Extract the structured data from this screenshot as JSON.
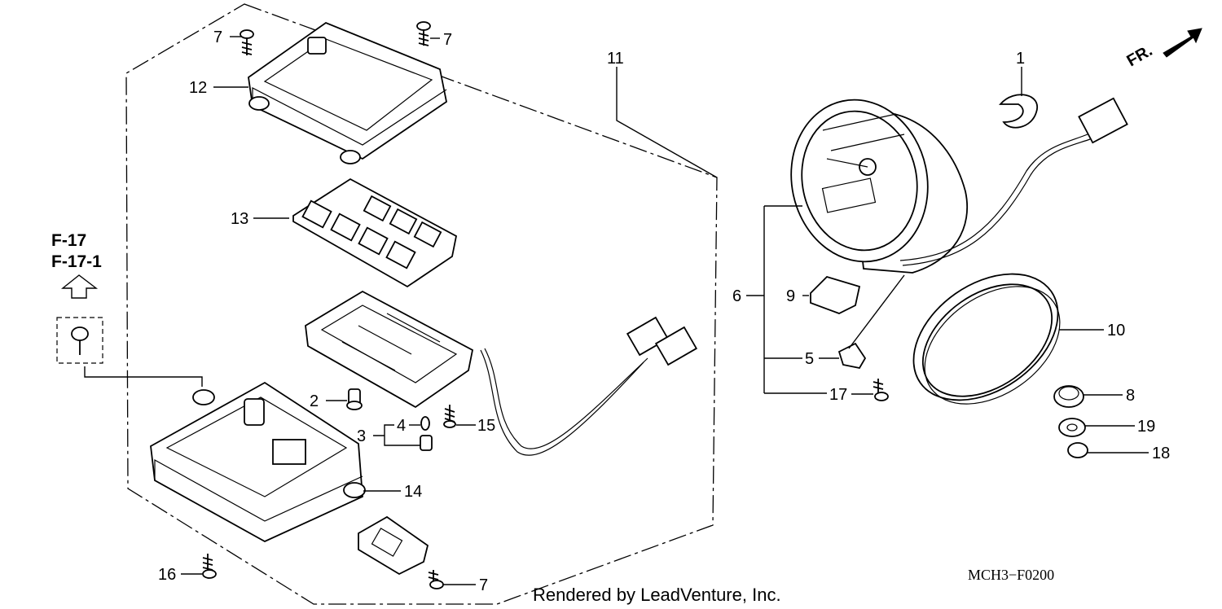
{
  "callouts": {
    "c1": "1",
    "c2": "2",
    "c3": "3",
    "c4": "4",
    "c5": "5",
    "c6": "6",
    "c7a": "7",
    "c7b": "7",
    "c7c": "7",
    "c8": "8",
    "c9": "9",
    "c10": "10",
    "c11": "11",
    "c12": "12",
    "c13": "13",
    "c14": "14",
    "c15": "15",
    "c16": "16",
    "c17": "17",
    "c18": "18",
    "c19": "19"
  },
  "references": {
    "ref1": "F-17",
    "ref2": "F-17-1"
  },
  "direction_label": "FR.",
  "diagram_code": "MCH3−F0200",
  "credit": "Rendered by LeadVenture, Inc."
}
